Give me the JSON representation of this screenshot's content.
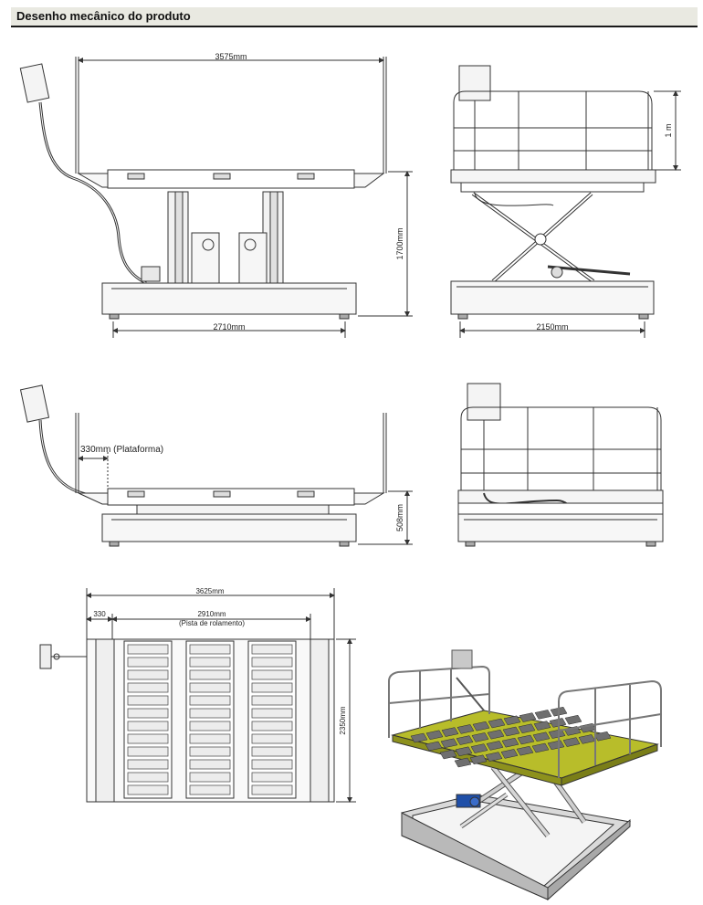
{
  "header": {
    "title": "Desenho mecânico do produto"
  },
  "views": {
    "side_raised": {
      "width_top": "3575mm",
      "width_base": "2710mm",
      "height": "1700mm"
    },
    "front_raised": {
      "rail_height": "1 m",
      "width_base": "2150mm"
    },
    "side_lowered": {
      "platform_ext": "330mm (Plataforma)",
      "height": "508mm"
    },
    "top": {
      "total": "3625mm",
      "ext": "330",
      "track": "2910mm",
      "track_note": "(Pista de rolamento)",
      "depth": "2350mm"
    }
  },
  "colors": {
    "line": "#333333",
    "dim": "#444444",
    "platform": "#b8bd2a",
    "steel": "#c8c8c8",
    "motor": "#1f4fa8"
  }
}
